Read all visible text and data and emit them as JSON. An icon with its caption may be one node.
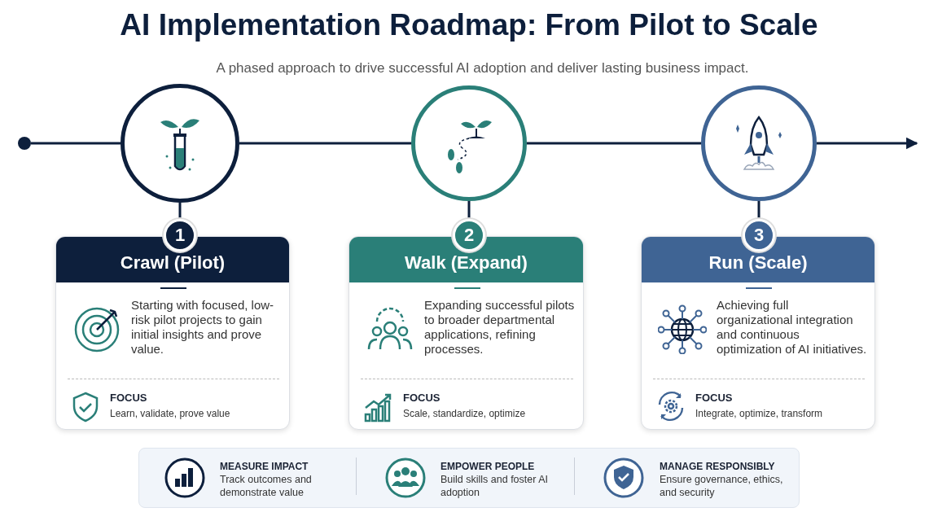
{
  "diagram": {
    "title": "AI Implementation Roadmap: From Pilot to Scale",
    "nodes": [
      {
        "text": [],
        "shape": "circle"
      },
      {
        "text": [],
        "shape": "circle"
      },
      {
        "text": [],
        "shape": "circle"
      },
      {
        "text": [],
        "shape": "circle"
      },
      {
        "text": [
          "1"
        ]
      },
      {
        "text": [
          "2"
        ]
      },
      {
        "text": [
          "3"
        ]
      },
      {
        "text": [
          "Crawl (Pilot)",
          "Starting with focused, low-risk pilot projects to gain initial insights and prove value.",
          "FOCUS",
          "Learn, validate, prove value"
        ]
      },
      {
        "text": [
          "Walk (Expand)",
          "Expanding successful pilots to broader departmental applications, refining processes.",
          "FOCUS",
          "Scale, standardize, optimize"
        ]
      },
      {
        "text": [
          "Run (Scale)",
          "Achieving full organizational integration and continuous optimization of AI initiatives.",
          "FOCUS",
          "Integrate, optimize, transform"
        ]
      }
    ],
    "edges": [
      {
        "from": 0,
        "to": 1,
        "arrow": "none"
      },
      {
        "from": 1,
        "to": 2,
        "arrow": "none"
      },
      {
        "from": 2,
        "to": 3,
        "arrow": "none"
      },
      {
        "from": 3,
        "to": null,
        "arrow": "to"
      },
      {
        "from": 1,
        "to": 4,
        "arrow": "none"
      },
      {
        "from": 2,
        "to": 5,
        "arrow": "none"
      },
      {
        "from": 3,
        "to": 6,
        "arrow": "none"
      }
    ],
    "labels": [
      "A phased approach to drive successful AI adoption and deliver lasting business impact.",
      "MEASURE IMPACT",
      "Track outcomes and demonstrate value",
      "EMPOWER PEOPLE",
      "Build skills and foster AI adoption",
      "MANAGE RESPONSIBLY",
      "Ensure governance, ethics, and security"
    ]
  }
}
